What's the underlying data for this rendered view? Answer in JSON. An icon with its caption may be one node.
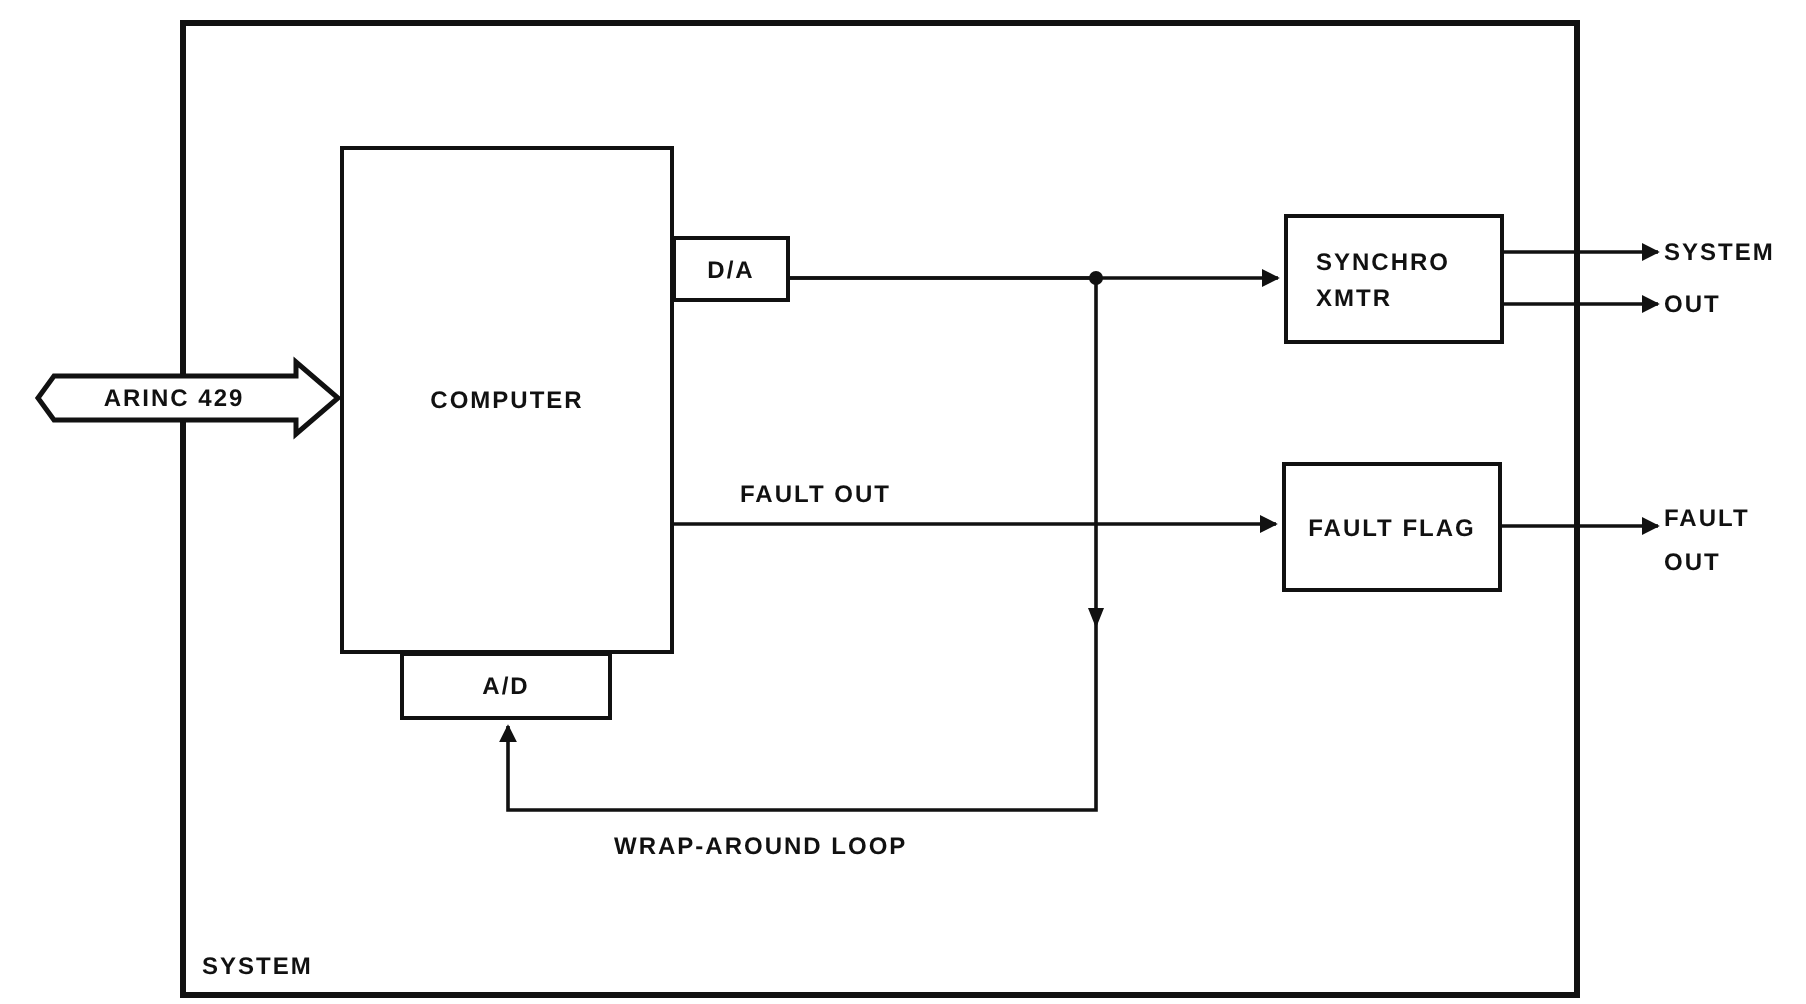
{
  "diagram": {
    "nodes": [
      {
        "text": [
          "SYSTEM"
        ]
      },
      {
        "text": [
          "COMPUTER"
        ],
        "in": 0
      },
      {
        "text": [
          "D/A"
        ],
        "in": 0
      },
      {
        "text": [
          "A/D"
        ],
        "in": 0
      },
      {
        "text": [
          "SYNCHRO XMTR"
        ],
        "in": 0
      },
      {
        "text": [
          "FAULT FLAG"
        ],
        "in": 0
      },
      {
        "text": [
          "ARINC 429"
        ]
      },
      {
        "text": [
          "SYSTEM OUT"
        ]
      },
      {
        "text": [
          "FAULT OUT"
        ]
      }
    ],
    "edges": [
      {
        "from": 2,
        "to": 4,
        "arrow": "to"
      },
      {
        "from": 2,
        "to": 3,
        "arrow": "to",
        "label": "WRAP-AROUND LOOP"
      },
      {
        "from": 1,
        "to": 5,
        "arrow": "to",
        "label": "FAULT OUT"
      },
      {
        "from": 4,
        "to": 7,
        "arrow": "to"
      },
      {
        "from": 4,
        "to": 7,
        "arrow": "to"
      },
      {
        "from": 5,
        "to": 8,
        "arrow": "to"
      }
    ]
  }
}
